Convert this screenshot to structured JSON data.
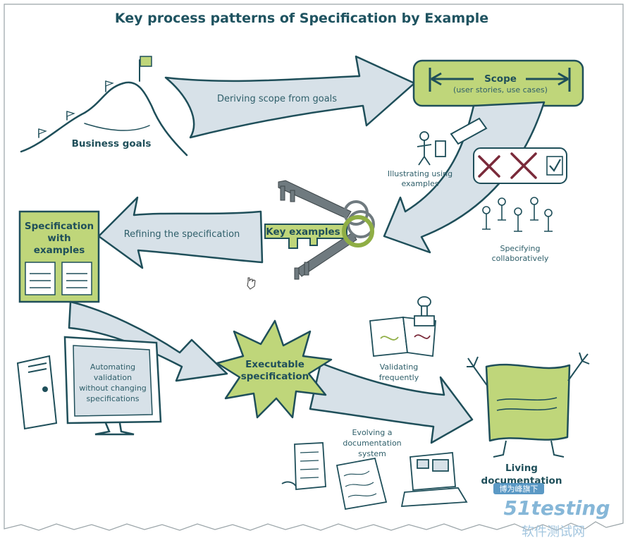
{
  "title": "Key process patterns of Specification by Example",
  "labels": {
    "deriving_scope": "Deriving scope from goals",
    "business_goals": "Business goals",
    "scope_title": "Scope",
    "scope_sub": "(user stories, use cases)",
    "illustrating_1": "Illustrating using",
    "illustrating_2": "examples",
    "specifying_1": "Specifying",
    "specifying_2": "collaboratively",
    "key_examples": "Key examples",
    "refining": "Refining the specification",
    "spec_with_1": "Specification",
    "spec_with_2": "with",
    "spec_with_3": "examples",
    "automating_1": "Automating",
    "automating_2": "validation",
    "automating_3": "without changing",
    "automating_4": "specifications",
    "executable_1": "Executable",
    "executable_2": "specification",
    "validating_1": "Validating",
    "validating_2": "frequently",
    "evolving_1": "Evolving a",
    "evolving_2": "documentation",
    "evolving_3": "system",
    "living_1": "Living",
    "living_2": "documentation",
    "watermark_cn_top": "博为峰旗下",
    "watermark_brand": "51testing",
    "watermark_cn_bottom": "软件测试网"
  },
  "colors": {
    "arrow_fill": "#d7e1e8",
    "outline": "#1f4f5a",
    "green": "#bfd67a",
    "green_dark": "#8fae45",
    "text": "#2f5f6a",
    "key_gray": "#6f7a7f"
  }
}
